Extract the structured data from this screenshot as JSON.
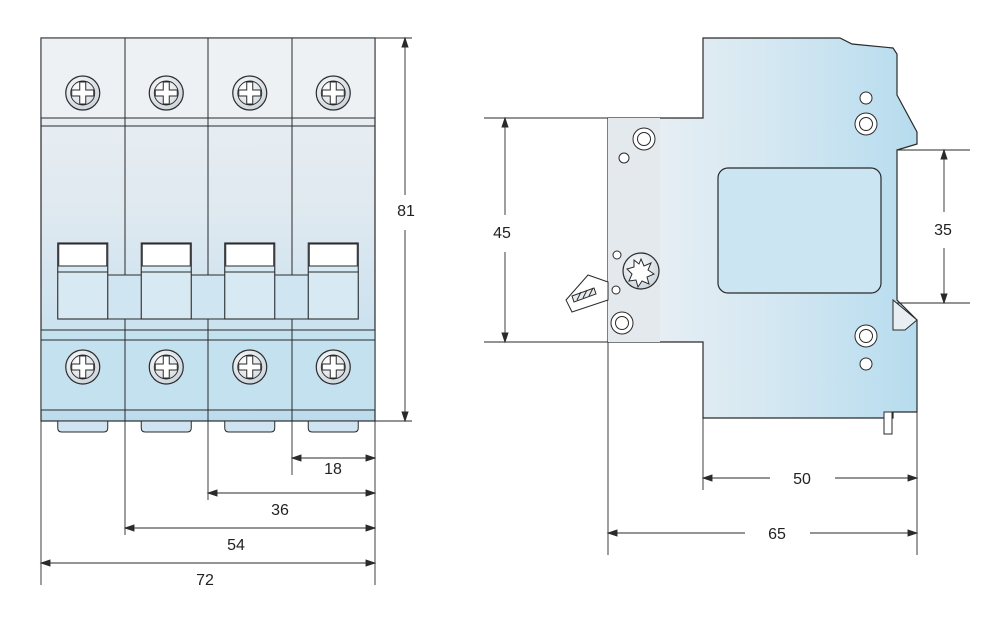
{
  "colors": {
    "line": "#2a2a2a",
    "body_light": "#e9eef2",
    "body_blue": "#bfe0f0",
    "body_mid": "#d4e6f0",
    "strip": "#cde3ef"
  },
  "front_view": {
    "poles": 4,
    "dimensions": {
      "height": "81",
      "one_pole": "18",
      "two_pole": "36",
      "three_pole": "54",
      "four_pole": "72"
    }
  },
  "side_view": {
    "dimensions": {
      "front_height": "45",
      "rail": "35",
      "depth_body": "50",
      "depth_total": "65"
    }
  }
}
